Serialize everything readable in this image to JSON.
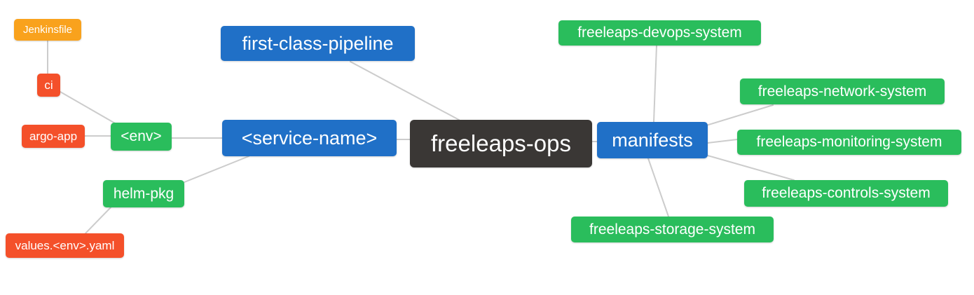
{
  "diagram": {
    "type": "mindmap",
    "root": "freeleaps-ops",
    "edges": [
      [
        "freeleaps-ops",
        "first-class-pipeline"
      ],
      [
        "freeleaps-ops",
        "<service-name>"
      ],
      [
        "freeleaps-ops",
        "manifests"
      ],
      [
        "<service-name>",
        "<env>"
      ],
      [
        "<service-name>",
        "helm-pkg"
      ],
      [
        "<env>",
        "ci"
      ],
      [
        "<env>",
        "argo-app"
      ],
      [
        "ci",
        "Jenkinsfile"
      ],
      [
        "helm-pkg",
        "values.<env>.yaml"
      ],
      [
        "manifests",
        "freeleaps-devops-system"
      ],
      [
        "manifests",
        "freeleaps-network-system"
      ],
      [
        "manifests",
        "freeleaps-monitoring-system"
      ],
      [
        "manifests",
        "freeleaps-controls-system"
      ],
      [
        "manifests",
        "freeleaps-storage-system"
      ]
    ]
  },
  "palette": {
    "root_node": "#3a3735",
    "branch_node": "#2070c7",
    "leaf_node": "#2abd5c",
    "file_node": "#f4502a",
    "seed_node": "#f9a21d",
    "connector": "#cccccc",
    "text": "#ffffff",
    "background": "#ffffff"
  },
  "nodes": [
    {
      "id": "jenkinsfile",
      "label": "Jenkinsfile",
      "role": "seed",
      "color": "#f9a21d"
    },
    {
      "id": "ci",
      "label": "ci",
      "role": "file",
      "color": "#f4502a"
    },
    {
      "id": "argo-app",
      "label": "argo-app",
      "role": "file",
      "color": "#f4502a"
    },
    {
      "id": "env",
      "label": "<env>",
      "role": "leaf",
      "color": "#2abd5c"
    },
    {
      "id": "helm-pkg",
      "label": "helm-pkg",
      "role": "leaf",
      "color": "#2abd5c"
    },
    {
      "id": "values-env-yaml",
      "label": "values.<env>.yaml",
      "role": "file",
      "color": "#f4502a"
    },
    {
      "id": "first-class-pipeline",
      "label": "first-class-pipeline",
      "role": "branch",
      "color": "#2070c7"
    },
    {
      "id": "service-name",
      "label": "<service-name>",
      "role": "branch",
      "color": "#2070c7"
    },
    {
      "id": "freeleaps-ops",
      "label": "freeleaps-ops",
      "role": "root",
      "color": "#3a3735"
    },
    {
      "id": "manifests",
      "label": "manifests",
      "role": "branch",
      "color": "#2070c7"
    },
    {
      "id": "freeleaps-devops-system",
      "label": "freeleaps-devops-system",
      "role": "leaf",
      "color": "#2abd5c"
    },
    {
      "id": "freeleaps-network-system",
      "label": "freeleaps-network-system",
      "role": "leaf",
      "color": "#2abd5c"
    },
    {
      "id": "freeleaps-monitoring-system",
      "label": "freeleaps-monitoring-system",
      "role": "leaf",
      "color": "#2abd5c"
    },
    {
      "id": "freeleaps-controls-system",
      "label": "freeleaps-controls-system",
      "role": "leaf",
      "color": "#2abd5c"
    },
    {
      "id": "freeleaps-storage-system",
      "label": "freeleaps-storage-system",
      "role": "leaf",
      "color": "#2abd5c"
    }
  ]
}
